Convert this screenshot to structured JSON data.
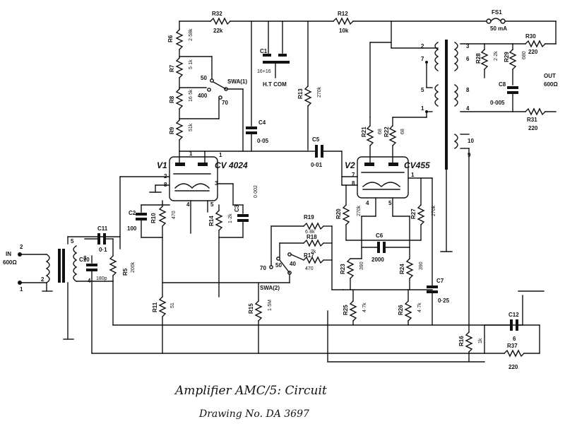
{
  "title": "Amplifier AMC/5: Circuit",
  "drawing_no": "Drawing No. DA 3697",
  "valves": {
    "v1_ref": "V1",
    "v1_type": "CV 4024",
    "v2_ref": "V2",
    "v2_type": "CV455"
  },
  "resistors": {
    "r32": "R32",
    "r32_v": "22k",
    "r12": "R12",
    "r12_v": "10k",
    "r6": "R6",
    "r6_v": "2·58k",
    "r7": "R7",
    "r7_v": "5·1k",
    "r8": "R8",
    "r8_v": "16·5k",
    "r9": "R9",
    "r9_v": "51k",
    "r13": "R13",
    "r13_v": "270k",
    "r21": "R21",
    "r21_v": "68",
    "r22": "R22",
    "r22_v": "68",
    "r28": "R28",
    "r28_v": "2·2k",
    "r29": "R29",
    "r29_v": "680",
    "r30": "R30",
    "r30_v": "220",
    "r31": "R31",
    "r31_v": "220",
    "r10": "R10",
    "r10_v": "470",
    "r14": "R14",
    "r14_v": "1·2k",
    "r5": "R5",
    "r5_v": "200k",
    "r19": "R19",
    "r19_v": "6·8k",
    "r18": "R18",
    "r18_v": "2k",
    "r17": "R17",
    "r17_v": "470",
    "r20": "R20",
    "r20_v": "270k",
    "r27": "R27",
    "r27_v": "270k",
    "r23": "R23",
    "r23_v": "390",
    "r24": "R24",
    "r24_v": "390",
    "r25": "R25",
    "r25_v": "4·7k",
    "r26": "R26",
    "r26_v": "4·7k",
    "r11": "R11",
    "r11_v": "51",
    "r15": "R15",
    "r15_v": "1·5M",
    "r16": "R16",
    "r16_v": "1k",
    "r37": "R37",
    "r37_v": "220"
  },
  "capacitors": {
    "c1": "C1",
    "c1_v": "16+16",
    "c4": "C4",
    "c4_v": "0·05",
    "c5": "C5",
    "c5_v": "0·01",
    "c2": "C2",
    "c2_v": "100",
    "c3": "C3",
    "c3_v": "0·002",
    "c11": "C11",
    "c11_v": "0·1",
    "c10": "C10",
    "c10_v": "180p",
    "c6": "C6",
    "c6_v": "2000",
    "c7": "C7",
    "c7_v": "0·25",
    "c8": "C8",
    "c8_v": "0·005",
    "c12": "C12",
    "c12_v": "6"
  },
  "misc": {
    "fs1": "FS1",
    "fs1_v": "50 mA",
    "ht_com": "H.T COM",
    "swa1": "SWA(1)",
    "swa2": "SWA(2)",
    "sw_50a": "50",
    "sw_400": "400",
    "sw_70a": "70",
    "sw_70b": "70",
    "sw_50b": "50",
    "sw_40": "40",
    "in_label": "IN",
    "in_imp": "600Ω",
    "out_label": "OUT",
    "out_imp": "600Ω",
    "pin_in_2": "2",
    "pin_in_1": "1",
    "pin_t1_5": "5",
    "pin_t1_3": "3",
    "pin_t1_2": "2",
    "pin_t1_4": "4",
    "pin_v1_1": "1",
    "pin_v1_2": "2",
    "pin_v1_8": "8",
    "pin_v1_3": "3",
    "pin_v1_4": "4",
    "pin_v1_5": "5",
    "pin_v2_7": "7",
    "pin_v2_8": "8",
    "pin_v2_4": "4",
    "pin_v2_5": "5",
    "pin_t2_2": "2",
    "pin_t2_7": "7",
    "pin_t2_5": "5",
    "pin_t2_1": "1",
    "pin_t2_3": "3",
    "pin_t2_6": "6",
    "pin_t2_8": "8",
    "pin_t2_4": "4",
    "pin_t2_10": "10",
    "pin_t2_9": "9",
    "pin_c4_1": "1",
    "pin_v2_1": "1"
  }
}
